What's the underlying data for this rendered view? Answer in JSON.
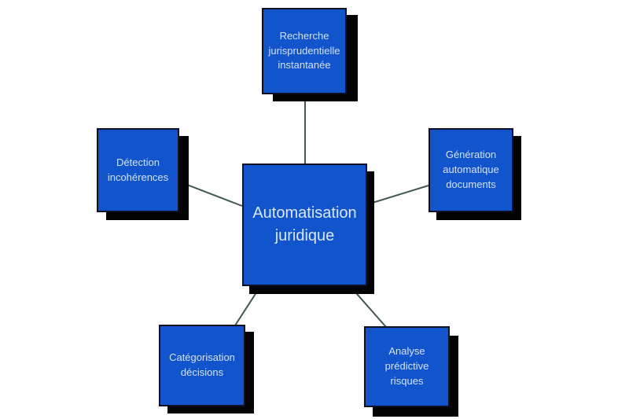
{
  "diagram": {
    "type": "mindmap",
    "center": {
      "id": "automatisation-juridique",
      "label": "Automatisation\njuridique"
    },
    "nodes": [
      {
        "id": "recherche-jurisprudentielle",
        "position": "top",
        "label": "Recherche\njurisprudentielle\ninstantanée"
      },
      {
        "id": "generation-documents",
        "position": "right",
        "label": "Génération\nautomatique\ndocuments"
      },
      {
        "id": "detection-incoherences",
        "position": "left",
        "label": "Détection\nincohérences"
      },
      {
        "id": "categorisation-decisions",
        "position": "bottom-left",
        "label": "Catégorisation\ndécisions"
      },
      {
        "id": "analyse-predictive",
        "position": "bottom-right",
        "label": "Analyse\nprédictive\nrisques"
      }
    ],
    "colors": {
      "box_fill": "#1254cb",
      "box_border": "#0c1022",
      "shadow": "#030303",
      "connector": "#41584b",
      "text": "#d3e2f6",
      "background": "#fefefe"
    }
  }
}
